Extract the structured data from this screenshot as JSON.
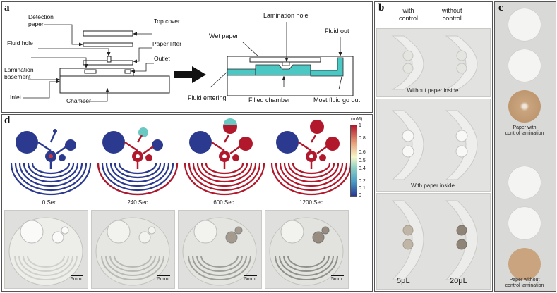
{
  "panels": {
    "a": "a",
    "b": "b",
    "c": "c",
    "d": "d"
  },
  "panel_a": {
    "left_labels": {
      "detection_paper": "Detection\npaper",
      "top_cover": "Top cover",
      "fluid_hole": "Fluid hole",
      "paper_lifter": "Paper lifter",
      "outlet": "Outlet",
      "lamination_basement": "Lamination\nbasement",
      "inlet": "Inlet",
      "chamber": "Chamber"
    },
    "right_labels": {
      "lamination_hole": "Lamination hole",
      "wet_paper": "Wet paper",
      "fluid_out": "Fluid out",
      "fluid_entering": "Fluid entering",
      "filled_chamber": "Filled chamber",
      "most_fluid_go_out": "Most fluid go out"
    },
    "colors": {
      "fluid": "#4cc8c4",
      "line": "#222222"
    }
  },
  "panel_b": {
    "header_with": "with\ncontrol",
    "header_without": "without\ncontrol",
    "captions": [
      "Without paper inside",
      "With paper inside"
    ],
    "volume_labels": [
      "5μL",
      "20μL"
    ]
  },
  "panel_c": {
    "captions": [
      "Paper with\ncontrol lamination",
      "Paper without\ncontrol lamination"
    ],
    "colors": {
      "white_disc": "#f4f4f2",
      "brown_disc": "#c9a47e"
    }
  },
  "panel_d": {
    "time_labels": [
      "0 Sec",
      "240 Sec",
      "600 Sec",
      "1200 Sec"
    ],
    "colorbar": {
      "unit": "(mM)",
      "ticks": [
        "1",
        "0.8",
        "0.6",
        "0.5",
        "0.4",
        "0.2",
        "0.1",
        "0"
      ]
    },
    "scale_bars": [
      "5mm",
      "5mm",
      "5mm",
      "5mm"
    ],
    "colors": {
      "low": "#2b3a8f",
      "high": "#b2182b"
    }
  }
}
